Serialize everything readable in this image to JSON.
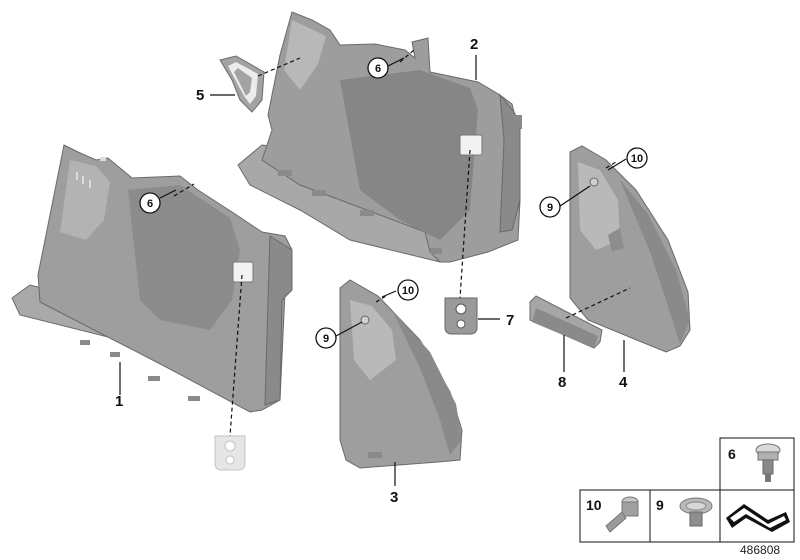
{
  "diagram": {
    "colors": {
      "part_fill": "#9c9c9c",
      "part_light": "#bdbdbd",
      "part_dark": "#7a7a7a",
      "ghost_fill": "#e6e6e6",
      "line": "#111111"
    },
    "callouts": {
      "c1": "1",
      "c2": "2",
      "c3": "3",
      "c4": "4",
      "c5": "5",
      "c6a": "6",
      "c6b": "6",
      "c7": "7",
      "c8": "8",
      "c9a": "9",
      "c9b": "9",
      "c10a": "10",
      "c10b": "10"
    },
    "legend": {
      "box6": "6",
      "box9": "9",
      "box10": "10"
    },
    "doc_number": "486808"
  }
}
